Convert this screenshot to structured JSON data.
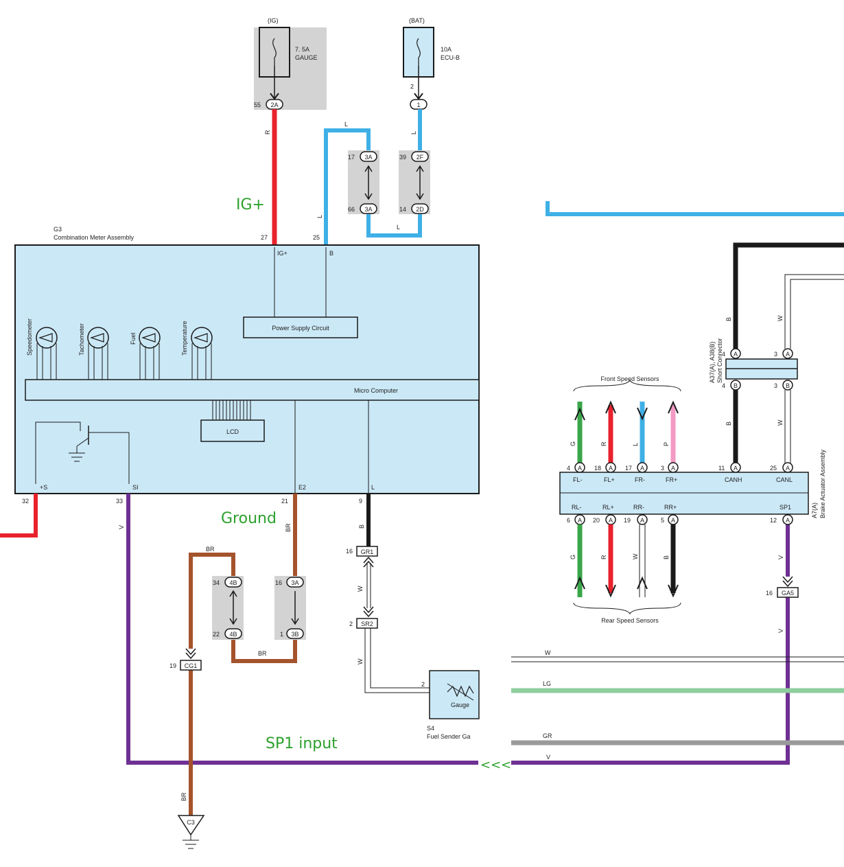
{
  "colors": {
    "red": "#e8222d",
    "blue": "#3fb0e6",
    "brown": "#a4532c",
    "purple": "#6e3193",
    "black": "#1a1a1a",
    "green": "#3aa64a",
    "pink": "#f29ac4",
    "lightgreen": "#8fce9e",
    "gray": "#9a9a9a",
    "box_fill": "#cbe8f6",
    "shade": "#d3d3d3",
    "annotation": "#2ca02c"
  },
  "annotations": {
    "ig": "IG+",
    "ground": "Ground",
    "sp1": "SP1 input",
    "arrows": "<<<"
  },
  "fuses": {
    "gauge": {
      "supply": "(IG)",
      "rating": "7. 5A",
      "name": "GAUGE",
      "pin": "55",
      "conn": "2A"
    },
    "ecu": {
      "supply": "(BAT)",
      "rating": "10A",
      "name": "ECU-B",
      "pin": "2",
      "conn": "1"
    }
  },
  "meter": {
    "ref": "G3",
    "name": "Combination Meter Assembly",
    "power_circuit": "Power Supply Circuit",
    "micro": "Micro Computer",
    "lcd": "LCD",
    "gauges": [
      "Speedometer",
      "Tachometer",
      "Fuel",
      "Temperature"
    ],
    "top_pins": [
      {
        "num": "27",
        "label": "IG+"
      },
      {
        "num": "25",
        "label": "B"
      }
    ],
    "bottom_pins": [
      {
        "num": "32",
        "label": "+S"
      },
      {
        "num": "33",
        "label": "SI"
      },
      {
        "num": "21",
        "label": "E2"
      },
      {
        "num": "9",
        "label": "L"
      }
    ]
  },
  "junctions": {
    "j3a_17": {
      "pin": "17",
      "conn": "3A"
    },
    "j3a_66": {
      "pin": "66",
      "conn": "3A"
    },
    "j2f": {
      "pin": "39",
      "conn": "2F"
    },
    "j2d": {
      "pin": "14",
      "conn": "2D"
    },
    "j4b_34": {
      "pin": "34",
      "conn": "4B"
    },
    "j4b_22": {
      "pin": "22",
      "conn": "4B"
    },
    "j3a_16": {
      "pin": "16",
      "conn": "3A"
    },
    "j3b_1": {
      "pin": "1",
      "conn": "3B"
    }
  },
  "connectors": {
    "gr1": {
      "pin": "16",
      "label": "GR1"
    },
    "sr2": {
      "pin": "2",
      "label": "SR2"
    },
    "cg1": {
      "pin": "19",
      "label": "CG1"
    },
    "ga5": {
      "pin": "16",
      "label": "GA5"
    },
    "c3": {
      "label": "C3"
    }
  },
  "wire_colors": {
    "r": "R",
    "l": "L",
    "br": "BR",
    "v": "V",
    "b": "B",
    "w": "W",
    "g": "G",
    "p": "P",
    "lg": "LG",
    "gr": "GR"
  },
  "fuel_sender": {
    "ref": "S4",
    "name": "Fuel Sender Ga",
    "label": "Gauge",
    "pin": "2"
  },
  "short_connector": {
    "ref": "A37(A), A38(B)",
    "name": "Short Connector",
    "pins": [
      "4",
      "3",
      "4",
      "3"
    ],
    "letters": [
      "A",
      "B"
    ]
  },
  "brake_actuator": {
    "ref": "A7(A)",
    "name": "Brake Actuator Assembly",
    "top_pins": [
      {
        "num": "4",
        "label": "FL-"
      },
      {
        "num": "18",
        "label": "FL+"
      },
      {
        "num": "17",
        "label": "FR-"
      },
      {
        "num": "3",
        "label": "FR+"
      },
      {
        "num": "11",
        "label": "CANH"
      },
      {
        "num": "25",
        "label": "CANL"
      }
    ],
    "bottom_pins": [
      {
        "num": "6",
        "label": "RL-"
      },
      {
        "num": "20",
        "label": "RL+"
      },
      {
        "num": "19",
        "label": "RR-"
      },
      {
        "num": "5",
        "label": "RR+"
      },
      {
        "num": "12",
        "label": "SP1"
      }
    ],
    "pin_letter": "A"
  },
  "sensor_groups": {
    "front": "Front Speed Sensors",
    "rear": "Rear Speed Sensors"
  }
}
